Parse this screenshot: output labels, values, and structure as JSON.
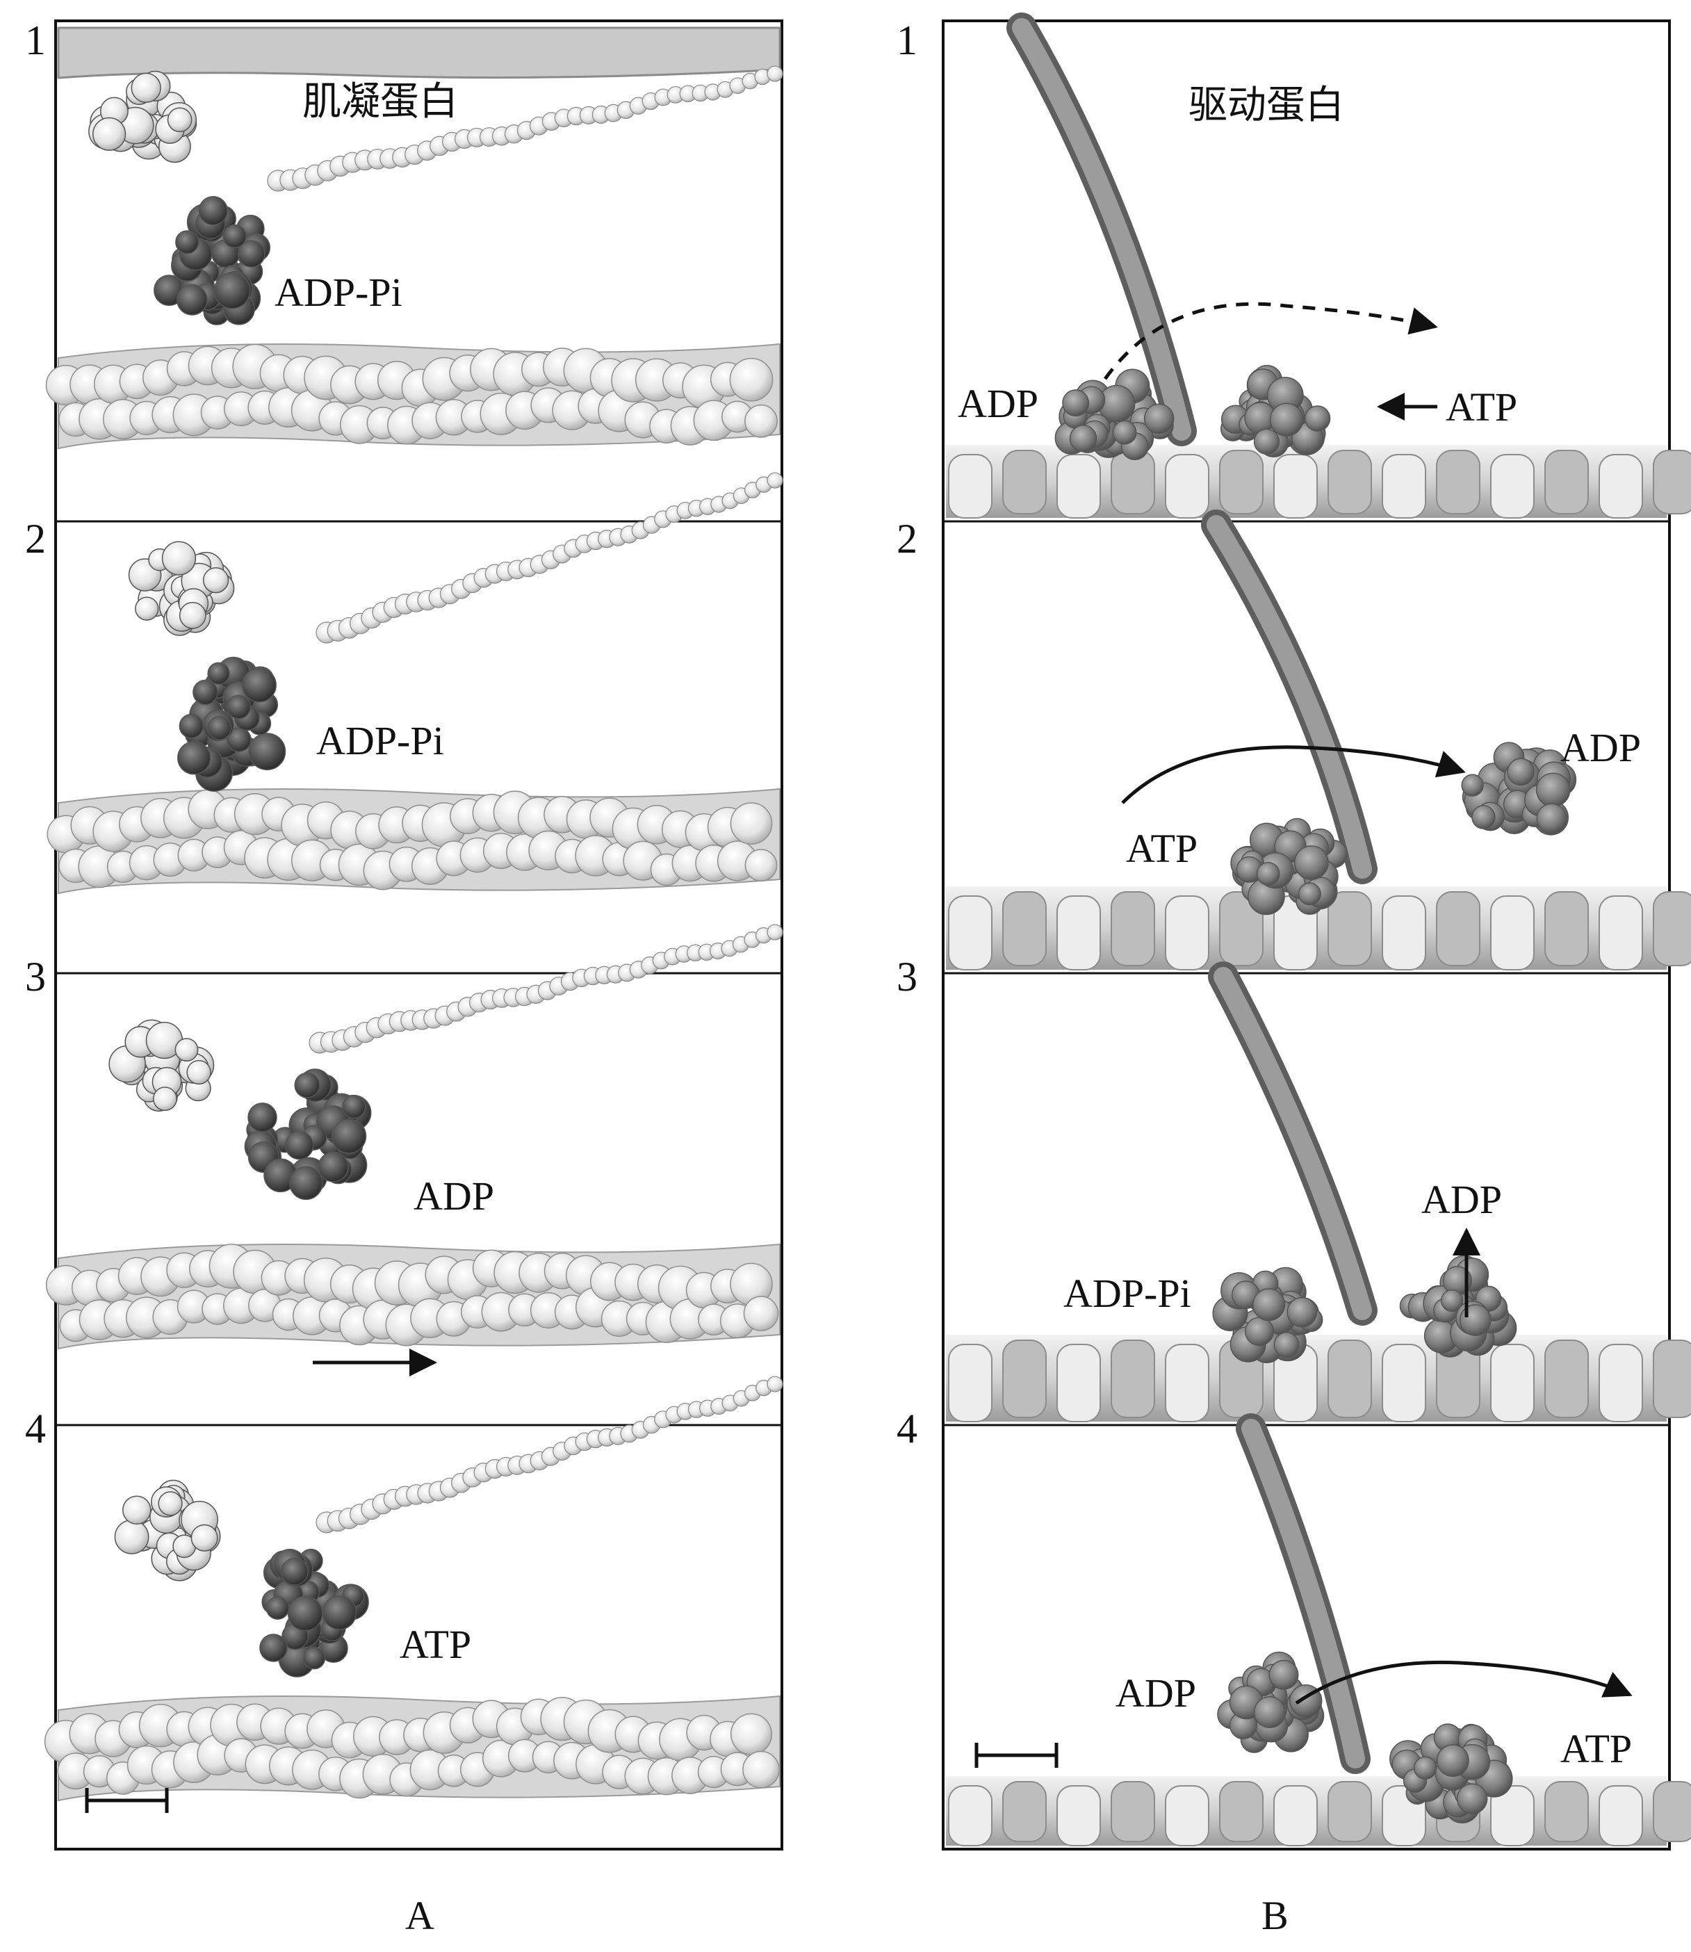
{
  "panel_a": {
    "title": "肌凝蛋白",
    "caption": "A",
    "step_numbers": [
      "1",
      "2",
      "3",
      "4"
    ],
    "labels": [
      "ADP-Pi",
      "ADP-Pi",
      "ADP",
      "ATP"
    ]
  },
  "panel_b": {
    "title": "驱动蛋白",
    "caption": "B",
    "step_numbers": [
      "1",
      "2",
      "3",
      "4"
    ],
    "step1": {
      "left": "ADP",
      "right": "ATP"
    },
    "step2": {
      "left": "ATP",
      "right": "ADP"
    },
    "step3": {
      "left": "ADP-Pi",
      "right": "ADP"
    },
    "step4": {
      "left": "ADP",
      "right": "ATP"
    }
  },
  "colors": {
    "frame": "#111111",
    "filament": "#e2e2e2",
    "myosin_dark": "#505050",
    "kinesin": "#7a7a7a",
    "microtubule": "#cfcfcf"
  }
}
